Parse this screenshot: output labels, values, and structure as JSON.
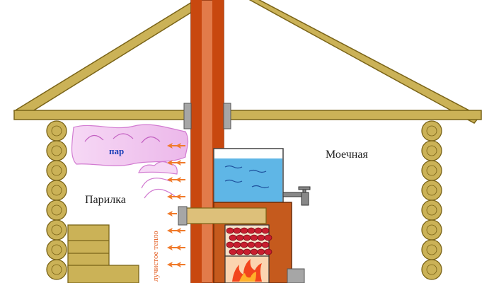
{
  "labels": {
    "steam": "пар",
    "steam_room": "Парилка",
    "washing_room": "Моечная",
    "radiant_heat": "лучистое тепло"
  },
  "colors": {
    "wood_fill": "#cbb257",
    "wood_stroke": "#7a6418",
    "chimney_dark": "#c8480f",
    "chimney_light": "#e27b4a",
    "brick": "#c55a1d",
    "tank_water": "#5fb6e6",
    "steam_fill": "#f1c6ef",
    "steam_stroke": "#d27bd1",
    "heat_arrow": "#f07a2a",
    "stones": "#c81e2f",
    "fire": "#f2451d",
    "clamp": "#a6a6a6"
  },
  "icons": {
    "tap": "water-tap-icon",
    "fire": "fire-icon",
    "heat_arrow": "arrow-left-icon"
  }
}
